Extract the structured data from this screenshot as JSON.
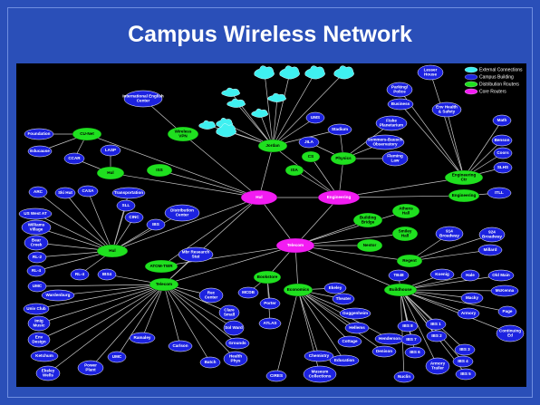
{
  "slide": {
    "title": "Campus Wireless Network"
  },
  "legend": [
    {
      "label": "External Connections",
      "color": "#3ff0f0"
    },
    {
      "label": "Campus Building",
      "color": "#1c22e0"
    },
    {
      "label": "Distribution Routers",
      "color": "#1fe01f"
    },
    {
      "label": "Core Routers",
      "color": "#f21cf2"
    }
  ],
  "colors": {
    "external": "#3ff0f0",
    "building": "#1c22e0",
    "distribution": "#1fe01f",
    "core": "#f21cf2",
    "link": "#c8c8c8",
    "background": "#000000"
  },
  "nodes": [
    {
      "id": "core1",
      "label": "Hul",
      "type": "core"
    },
    {
      "id": "core2",
      "label": "Engineering",
      "type": "core"
    },
    {
      "id": "core3",
      "label": "Telecom",
      "type": "core"
    },
    {
      "id": "d_cu",
      "label": "CU-Net",
      "type": "distribution"
    },
    {
      "id": "d_hul",
      "label": "Hul",
      "type": "distribution"
    },
    {
      "id": "d_iss",
      "label": "ISS",
      "type": "distribution"
    },
    {
      "id": "d_wcv",
      "label": "Wireless VPN",
      "type": "distribution"
    },
    {
      "id": "d_jordan",
      "label": "Jordan",
      "type": "distribution"
    },
    {
      "id": "d_cs",
      "label": "CS",
      "type": "distribution"
    },
    {
      "id": "d_physics",
      "label": "Physics",
      "type": "distribution"
    },
    {
      "id": "d_isa",
      "label": "ISA",
      "type": "distribution"
    },
    {
      "id": "d_engcenter",
      "label": "Engineering Ctr",
      "type": "distribution"
    },
    {
      "id": "d_engineering",
      "label": "Engineering",
      "type": "distribution"
    },
    {
      "id": "d_bldg",
      "label": "Building Bridge",
      "type": "distribution"
    },
    {
      "id": "d_athens",
      "label": "Athens Hall",
      "type": "distribution"
    },
    {
      "id": "d_smiley",
      "label": "Smiley Hall",
      "type": "distribution"
    },
    {
      "id": "d_nestor",
      "label": "Nestor",
      "type": "distribution"
    },
    {
      "id": "d_regent",
      "label": "Regent",
      "type": "distribution"
    },
    {
      "id": "d_rwr",
      "label": "Hul",
      "type": "distribution"
    },
    {
      "id": "d_atom",
      "label": "ATOM-TWR",
      "type": "distribution"
    },
    {
      "id": "d_telcom",
      "label": "Telecom",
      "type": "distribution"
    },
    {
      "id": "d_bookstore",
      "label": "Bookstore",
      "type": "distribution"
    },
    {
      "id": "d_economics",
      "label": "Economics",
      "type": "distribution"
    },
    {
      "id": "d_fiction",
      "label": "Buildhouse",
      "type": "distribution"
    },
    {
      "id": "e1",
      "label": "",
      "type": "external"
    },
    {
      "id": "e2",
      "label": "",
      "type": "external"
    },
    {
      "id": "e3",
      "label": "",
      "type": "external"
    },
    {
      "id": "e4",
      "label": "",
      "type": "external"
    },
    {
      "id": "e5",
      "label": "",
      "type": "external"
    },
    {
      "id": "e6",
      "label": "",
      "type": "external"
    },
    {
      "id": "e7",
      "label": "",
      "type": "external"
    },
    {
      "id": "e8",
      "label": "",
      "type": "external"
    },
    {
      "id": "e9",
      "label": "",
      "type": "external"
    },
    {
      "id": "e10",
      "label": "",
      "type": "external"
    },
    {
      "id": "e11",
      "label": "",
      "type": "external"
    },
    {
      "id": "b_intl",
      "label": "International English Center",
      "type": "building"
    },
    {
      "id": "b_found",
      "label": "Foundation",
      "type": "building"
    },
    {
      "id": "b_educ",
      "label": "Educause",
      "type": "building"
    },
    {
      "id": "b_ccar",
      "label": "CCAR",
      "type": "building"
    },
    {
      "id": "b_lasp",
      "label": "LASP",
      "type": "building"
    },
    {
      "id": "b_ski",
      "label": "Ski Hut",
      "type": "building"
    },
    {
      "id": "b_arc",
      "label": "ARC",
      "type": "building"
    },
    {
      "id": "b_casa",
      "label": "CASA",
      "type": "building"
    },
    {
      "id": "b_trans",
      "label": "Transportation",
      "type": "building"
    },
    {
      "id": "b_sll",
      "label": "SLL",
      "type": "building"
    },
    {
      "id": "b_cinc",
      "label": "CINC",
      "type": "building"
    },
    {
      "id": "b_dist",
      "label": "Distribution Center",
      "type": "building"
    },
    {
      "id": "b_ibs",
      "label": "IBS",
      "type": "building"
    },
    {
      "id": "b_usw",
      "label": "US West AT",
      "type": "building"
    },
    {
      "id": "b_will",
      "label": "Williams Village",
      "type": "building"
    },
    {
      "id": "b_bear",
      "label": "Bear Creek",
      "type": "building"
    },
    {
      "id": "b_rl2",
      "label": "RL-2",
      "type": "building"
    },
    {
      "id": "b_rl4",
      "label": "RL-4",
      "type": "building"
    },
    {
      "id": "b_rl4b",
      "label": "RL-4",
      "type": "building"
    },
    {
      "id": "b_ibs2",
      "label": "IBS4",
      "type": "building"
    },
    {
      "id": "b_umc",
      "label": "UMC",
      "type": "building"
    },
    {
      "id": "b_ward",
      "label": "Wardenburg",
      "type": "building"
    },
    {
      "id": "b_univ",
      "label": "Univ Club",
      "type": "building"
    },
    {
      "id": "b_imig",
      "label": "Imig Music",
      "type": "building"
    },
    {
      "id": "b_env",
      "label": "Env Design",
      "type": "building"
    },
    {
      "id": "b_ketch",
      "label": "Ketchum",
      "type": "building"
    },
    {
      "id": "b_ekel",
      "label": "Ekeley Wells",
      "type": "building"
    },
    {
      "id": "b_power",
      "label": "Power Plant",
      "type": "building"
    },
    {
      "id": "b_umc2",
      "label": "UMC",
      "type": "building"
    },
    {
      "id": "b_mbc",
      "label": "Mbr Research Stat",
      "type": "building"
    },
    {
      "id": "b_rec",
      "label": "Rec Center",
      "type": "building"
    },
    {
      "id": "b_mcdb",
      "label": "MCDB",
      "type": "building"
    },
    {
      "id": "b_clare",
      "label": "Clare Small",
      "type": "building"
    },
    {
      "id": "b_sol",
      "label": "Sol Ward",
      "type": "building"
    },
    {
      "id": "b_ramaley",
      "label": "Ramaley",
      "type": "building"
    },
    {
      "id": "b_carlson",
      "label": "Carlson",
      "type": "building"
    },
    {
      "id": "b_grounds",
      "label": "Grounds",
      "type": "building"
    },
    {
      "id": "b_health",
      "label": "Health Phys",
      "type": "building"
    },
    {
      "id": "b_batch",
      "label": "Batch",
      "type": "building"
    },
    {
      "id": "b_porter",
      "label": "Porter",
      "type": "building"
    },
    {
      "id": "b_atlas",
      "label": "ATLAS",
      "type": "building"
    },
    {
      "id": "b_cires",
      "label": "CIRES",
      "type": "building"
    },
    {
      "id": "b_chem",
      "label": "Chemistry",
      "type": "building"
    },
    {
      "id": "b_museum",
      "label": "Museum Collections",
      "type": "building"
    },
    {
      "id": "b_ekeley",
      "label": "Ekeley",
      "type": "building"
    },
    {
      "id": "b_theater",
      "label": "Theater",
      "type": "building"
    },
    {
      "id": "b_gugg",
      "label": "Guggenheim",
      "type": "building"
    },
    {
      "id": "b_hellems",
      "label": "Hellems",
      "type": "building"
    },
    {
      "id": "b_cottage",
      "label": "Cottage",
      "type": "building"
    },
    {
      "id": "b_hend",
      "label": "Henderson",
      "type": "building"
    },
    {
      "id": "b_denison",
      "label": "Denison",
      "type": "building"
    },
    {
      "id": "b_educ2",
      "label": "Education",
      "type": "building"
    },
    {
      "id": "b_tb48",
      "label": "TB48",
      "type": "building"
    },
    {
      "id": "b_koenig",
      "label": "Koenig",
      "type": "building"
    },
    {
      "id": "b_hale",
      "label": "Hale",
      "type": "building"
    },
    {
      "id": "b_oldmain",
      "label": "Old Main",
      "type": "building"
    },
    {
      "id": "b_mckenna",
      "label": "McKenna",
      "type": "building"
    },
    {
      "id": "b_macky",
      "label": "Macky",
      "type": "building"
    },
    {
      "id": "b_armory",
      "label": "Armory",
      "type": "building"
    },
    {
      "id": "b_page",
      "label": "Page",
      "type": "building"
    },
    {
      "id": "b_ibs1",
      "label": "IBS 1",
      "type": "building"
    },
    {
      "id": "b_ibs2b",
      "label": "IBS 2",
      "type": "building"
    },
    {
      "id": "b_ibs3",
      "label": "IBS 3",
      "type": "building"
    },
    {
      "id": "b_ibs4",
      "label": "IBS 4",
      "type": "building"
    },
    {
      "id": "b_ibs5",
      "label": "IBS 5",
      "type": "building"
    },
    {
      "id": "b_ibs6",
      "label": "IBS 6",
      "type": "building"
    },
    {
      "id": "b_ibs7",
      "label": "IBS 7",
      "type": "building"
    },
    {
      "id": "b_ibs8",
      "label": "IBS 8",
      "type": "building"
    },
    {
      "id": "b_armtr",
      "label": "Armory Trailer",
      "type": "building"
    },
    {
      "id": "b_cont",
      "label": "Continuing Ed",
      "type": "building"
    },
    {
      "id": "b_nuclin",
      "label": "Nuclin",
      "type": "building"
    },
    {
      "id": "b_914",
      "label": "914 Broadway",
      "type": "building"
    },
    {
      "id": "b_924",
      "label": "924 Broadway",
      "type": "building"
    },
    {
      "id": "b_millard",
      "label": "Millard",
      "type": "building"
    },
    {
      "id": "b_stadium",
      "label": "Stadium",
      "type": "building"
    },
    {
      "id": "b_ums",
      "label": "UMS",
      "type": "building"
    },
    {
      "id": "b_jila",
      "label": "JILA",
      "type": "building"
    },
    {
      "id": "b_sommers",
      "label": "Sommers-Bausch Observatory",
      "type": "building"
    },
    {
      "id": "b_fiske",
      "label": "Fiske Planetarium",
      "type": "building"
    },
    {
      "id": "b_fleming",
      "label": "Fleming Law",
      "type": "building"
    },
    {
      "id": "b_business",
      "label": "Business",
      "type": "building"
    },
    {
      "id": "b_parking",
      "label": "Parking/ Police",
      "type": "building"
    },
    {
      "id": "b_lesser",
      "label": "Lesser House",
      "type": "building"
    },
    {
      "id": "b_env2",
      "label": "Env Health & Safety",
      "type": "building"
    },
    {
      "id": "b_math",
      "label": "Math",
      "type": "building"
    },
    {
      "id": "b_benson",
      "label": "Benson",
      "type": "building"
    },
    {
      "id": "b_coors",
      "label": "Coors",
      "type": "building"
    },
    {
      "id": "b_slhs",
      "label": "SLHS",
      "type": "building"
    },
    {
      "id": "b_itll",
      "label": "ITLL",
      "type": "building"
    }
  ],
  "links": [
    [
      "core1",
      "core2"
    ],
    [
      "core1",
      "core3"
    ],
    [
      "core2",
      "core3"
    ],
    [
      "core1",
      "d_cu"
    ],
    [
      "core1",
      "d_hul"
    ],
    [
      "core1",
      "d_iss"
    ],
    [
      "core1",
      "d_wcv"
    ],
    [
      "core1",
      "d_jordan"
    ],
    [
      "core1",
      "d_rwr"
    ],
    [
      "core1",
      "d_atom"
    ],
    [
      "core1",
      "d_telcom"
    ],
    [
      "core2",
      "d_cs"
    ],
    [
      "core2",
      "d_physics"
    ],
    [
      "core2",
      "d_isa"
    ],
    [
      "core2",
      "d_engcenter"
    ],
    [
      "core2",
      "d_engineering"
    ],
    [
      "core2",
      "d_jordan"
    ],
    [
      "core3",
      "d_bldg"
    ],
    [
      "core3",
      "d_athens"
    ],
    [
      "core3",
      "d_smiley"
    ],
    [
      "core3",
      "d_nestor"
    ],
    [
      "core3",
      "d_regent"
    ],
    [
      "core3",
      "d_bookstore"
    ],
    [
      "core3",
      "d_economics"
    ],
    [
      "core3",
      "d_fiction"
    ],
    [
      "core3",
      "d_telcom"
    ],
    [
      "core3",
      "d_atom"
    ],
    [
      "d_jordan",
      "e1"
    ],
    [
      "d_jordan",
      "e2"
    ],
    [
      "d_jordan",
      "e3"
    ],
    [
      "d_jordan",
      "e4"
    ],
    [
      "d_jordan",
      "e5"
    ],
    [
      "d_jordan",
      "e6"
    ],
    [
      "d_jordan",
      "e7"
    ],
    [
      "d_jordan",
      "e8"
    ],
    [
      "d_jordan",
      "e9"
    ],
    [
      "d_jordan",
      "e10"
    ],
    [
      "d_jordan",
      "e11"
    ],
    [
      "d_jordan",
      "b_stadium"
    ],
    [
      "d_jordan",
      "b_ums"
    ],
    [
      "d_wcv",
      "b_intl"
    ],
    [
      "d_cu",
      "b_found"
    ],
    [
      "d_cu",
      "b_educ"
    ],
    [
      "d_cu",
      "b_ccar"
    ],
    [
      "d_hul",
      "b_lasp"
    ],
    [
      "d_hul",
      "b_ccar"
    ],
    [
      "d_rwr",
      "b_ski"
    ],
    [
      "d_rwr",
      "b_arc"
    ],
    [
      "d_rwr",
      "b_casa"
    ],
    [
      "d_rwr",
      "b_trans"
    ],
    [
      "d_rwr",
      "b_sll"
    ],
    [
      "d_rwr",
      "b_cinc"
    ],
    [
      "d_rwr",
      "b_dist"
    ],
    [
      "d_rwr",
      "b_ibs"
    ],
    [
      "d_rwr",
      "b_usw"
    ],
    [
      "d_rwr",
      "b_will"
    ],
    [
      "d_rwr",
      "b_bear"
    ],
    [
      "d_rwr",
      "b_rl2"
    ],
    [
      "d_rwr",
      "b_rl4"
    ],
    [
      "d_rwr",
      "b_rl4b"
    ],
    [
      "d_telcom",
      "b_ibs2"
    ],
    [
      "d_telcom",
      "b_umc"
    ],
    [
      "d_telcom",
      "b_ward"
    ],
    [
      "d_telcom",
      "b_univ"
    ],
    [
      "d_telcom",
      "b_imig"
    ],
    [
      "d_telcom",
      "b_env"
    ],
    [
      "d_telcom",
      "b_ketch"
    ],
    [
      "d_telcom",
      "b_ekel"
    ],
    [
      "d_telcom",
      "b_power"
    ],
    [
      "d_telcom",
      "b_umc2"
    ],
    [
      "d_telcom",
      "b_mbc"
    ],
    [
      "d_telcom",
      "b_rec"
    ],
    [
      "d_telcom",
      "b_clare"
    ],
    [
      "d_telcom",
      "b_sol"
    ],
    [
      "d_telcom",
      "b_ramaley"
    ],
    [
      "d_telcom",
      "b_carlson"
    ],
    [
      "d_telcom",
      "b_grounds"
    ],
    [
      "d_telcom",
      "b_health"
    ],
    [
      "d_telcom",
      "b_batch"
    ],
    [
      "d_bookstore",
      "b_mcdb"
    ],
    [
      "d_bookstore",
      "b_porter"
    ],
    [
      "d_bookstore",
      "b_atlas"
    ],
    [
      "d_economics",
      "b_cires"
    ],
    [
      "d_economics",
      "b_chem"
    ],
    [
      "d_economics",
      "b_museum"
    ],
    [
      "d_economics",
      "b_ekeley"
    ],
    [
      "d_economics",
      "b_theater"
    ],
    [
      "d_economics",
      "b_gugg"
    ],
    [
      "d_economics",
      "b_hellems"
    ],
    [
      "d_economics",
      "b_cottage"
    ],
    [
      "d_economics",
      "b_hend"
    ],
    [
      "d_economics",
      "b_denison"
    ],
    [
      "d_economics",
      "b_educ2"
    ],
    [
      "d_fiction",
      "b_tb48"
    ],
    [
      "d_fiction",
      "b_koenig"
    ],
    [
      "d_fiction",
      "b_hale"
    ],
    [
      "d_fiction",
      "b_oldmain"
    ],
    [
      "d_fiction",
      "b_mckenna"
    ],
    [
      "d_fiction",
      "b_macky"
    ],
    [
      "d_fiction",
      "b_armory"
    ],
    [
      "d_fiction",
      "b_page"
    ],
    [
      "d_fiction",
      "b_ibs1"
    ],
    [
      "d_fiction",
      "b_ibs2b"
    ],
    [
      "d_fiction",
      "b_ibs3"
    ],
    [
      "d_fiction",
      "b_ibs4"
    ],
    [
      "d_fiction",
      "b_ibs5"
    ],
    [
      "d_fiction",
      "b_ibs6"
    ],
    [
      "d_fiction",
      "b_ibs7"
    ],
    [
      "d_fiction",
      "b_ibs8"
    ],
    [
      "d_fiction",
      "b_armtr"
    ],
    [
      "d_fiction",
      "b_cont"
    ],
    [
      "d_fiction",
      "b_nuclin"
    ],
    [
      "d_regent",
      "b_914"
    ],
    [
      "d_regent",
      "b_924"
    ],
    [
      "d_regent",
      "b_millard"
    ],
    [
      "d_physics",
      "b_stadium"
    ],
    [
      "d_physics",
      "b_jila"
    ],
    [
      "d_physics",
      "b_sommers"
    ],
    [
      "d_physics",
      "b_fiske"
    ],
    [
      "d_physics",
      "b_fleming"
    ],
    [
      "d_engcenter",
      "b_business"
    ],
    [
      "d_engcenter",
      "b_parking"
    ],
    [
      "d_engcenter",
      "b_lesser"
    ],
    [
      "d_engcenter",
      "b_env2"
    ],
    [
      "d_engcenter",
      "b_math"
    ],
    [
      "d_engcenter",
      "b_benson"
    ],
    [
      "d_engcenter",
      "b_coors"
    ],
    [
      "d_engcenter",
      "b_slhs"
    ],
    [
      "d_engineering",
      "b_itll"
    ]
  ]
}
